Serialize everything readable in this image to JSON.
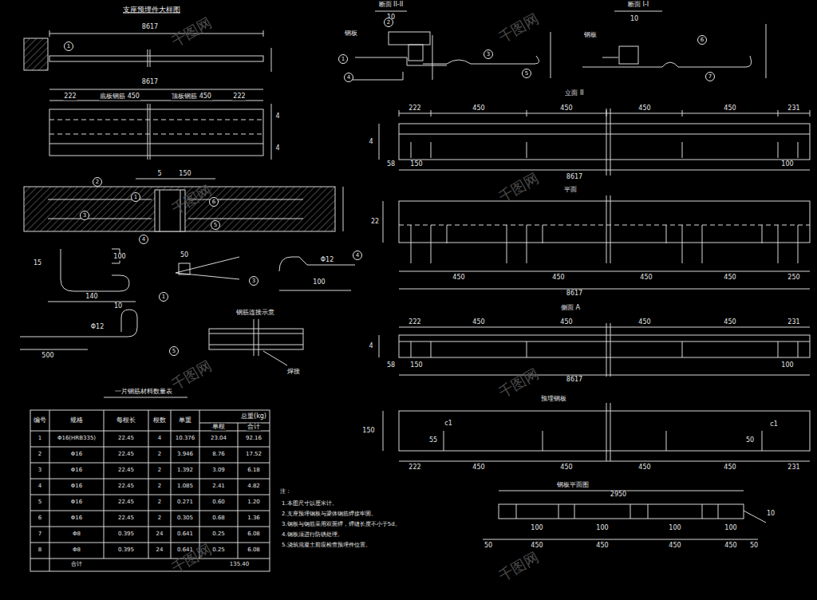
{
  "diagram": {
    "title": "支座预埋件大样图",
    "labels": [
      "8617",
      "1",
      "8617",
      "222",
      "底板钢筋 450",
      "顶板钢筋 450",
      "222",
      "4",
      "4",
      "5",
      "150",
      "2",
      "1",
      "3",
      "4",
      "5",
      "6",
      "100",
      "140",
      "1",
      "15",
      "50",
      "3",
      "Φ12",
      "4",
      "100",
      "10",
      "500",
      "Φ12",
      "5",
      "钢筋连接示意",
      "焊接",
      "断面 II-II",
      "10",
      "钢板",
      "2",
      "1",
      "4",
      "5",
      "3",
      "断面 I-I",
      "钢板",
      "6",
      "7",
      "10",
      "立面 II",
      "222",
      "450",
      "450",
      "450",
      "450",
      "231",
      "4",
      "58",
      "150",
      "8617",
      "100",
      "平面",
      "450",
      "450",
      "450",
      "450",
      "250",
      "8617",
      "22",
      "侧面 A",
      "222",
      "450",
      "450",
      "450",
      "450",
      "231",
      "4",
      "58",
      "150",
      "8617",
      "100",
      "预埋钢板",
      "c1",
      "55",
      "c1",
      "50",
      "150",
      "222",
      "450",
      "450",
      "450",
      "450",
      "231",
      "钢板平面图",
      "2950",
      "100",
      "100",
      "100",
      "100",
      "50",
      "450",
      "450",
      "450",
      "450",
      "50",
      "10",
      "一片钢筋材料数量表",
      "编号",
      "规格",
      "每根长",
      "根数",
      "单重",
      "总重(kg)",
      "单根",
      "合计",
      "1",
      "Φ16(HRB335)",
      "22.45",
      "4",
      "10.376",
      "23.04",
      "92.16",
      "2",
      "Φ16",
      "22.45",
      "2",
      "3.946",
      "8.76",
      "17.52",
      "3",
      "Φ16",
      "22.45",
      "2",
      "1.392",
      "3.09",
      "6.18",
      "4",
      "Φ16",
      "22.45",
      "2",
      "1.085",
      "2.41",
      "4.82",
      "5",
      "Φ16",
      "22.45",
      "2",
      "0.271",
      "0.60",
      "1.20",
      "6",
      "Φ16",
      "22.45",
      "2",
      "0.305",
      "0.68",
      "1.36",
      "7",
      "Φ8",
      "0.395",
      "24",
      "0.641",
      "0.25",
      "6.08",
      "8",
      "Φ8",
      "0.395",
      "24",
      "0.641",
      "0.25",
      "6.08",
      "合计",
      "135.40",
      "注：",
      "1.本图尺寸以厘米计。",
      "2.支座预埋钢板与梁体钢筋焊接牢固。",
      "3.钢板与钢筋采用双面焊，焊缝长度不小于5d。",
      "4.钢板须进行防锈处理。",
      "5.浇筑混凝土前应检查预埋件位置。",
      "千图网",
      "千图网",
      "千图网",
      "千图网",
      "千图网",
      "千图网",
      "千图网",
      "千图网"
    ]
  }
}
